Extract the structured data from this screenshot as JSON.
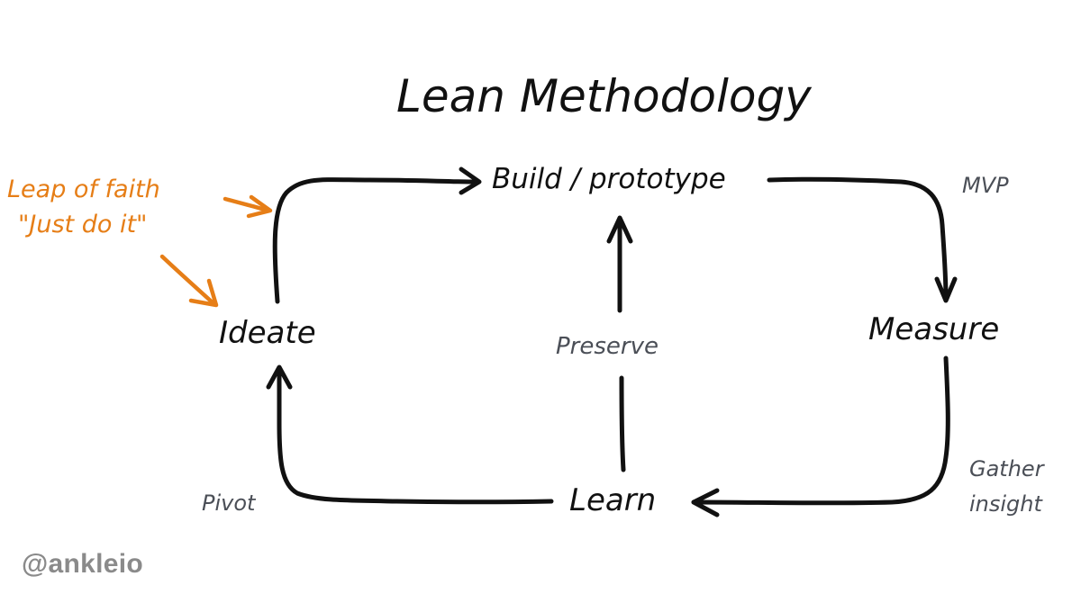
{
  "title": "Lean Methodology",
  "nodes": {
    "build": "Build / prototype",
    "measure": "Measure",
    "learn": "Learn",
    "ideate": "Ideate"
  },
  "edge_labels": {
    "mvp": "MVP",
    "gather_line1": "Gather",
    "gather_line2": "insight",
    "pivot": "Pivot",
    "preserve": "Preserve"
  },
  "notes": {
    "leap_line1": "Leap of faith",
    "leap_line2": "\"Just do it\""
  },
  "watermark": "@ankleio",
  "colors": {
    "ink": "#111111",
    "label": "#4b4f57",
    "accent": "#e67e17",
    "watermark": "#8a8a8a"
  }
}
